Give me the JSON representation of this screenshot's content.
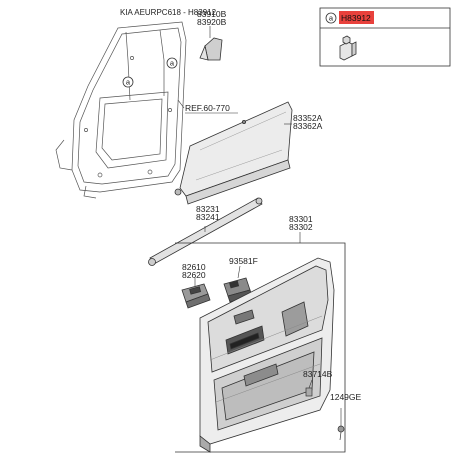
{
  "header": {
    "title": "KIA AEURPC618 - H83912"
  },
  "legend": {
    "letter": "a",
    "code": "H83912",
    "code_bg": "#e8413c"
  },
  "callouts": {
    "letter": "a"
  },
  "parts": {
    "clip_top_1": "83910B",
    "clip_top_2": "83920B",
    "ref_label": "REF.60-770",
    "curtain_1": "83352A",
    "curtain_2": "83362A",
    "weatherstrip_1": "83231",
    "weatherstrip_2": "83241",
    "trim_1": "83301",
    "trim_2": "83302",
    "handle_1": "82610",
    "handle_2": "82620",
    "switch": "93581F",
    "retainer": "83714B",
    "screw": "1249GE"
  }
}
